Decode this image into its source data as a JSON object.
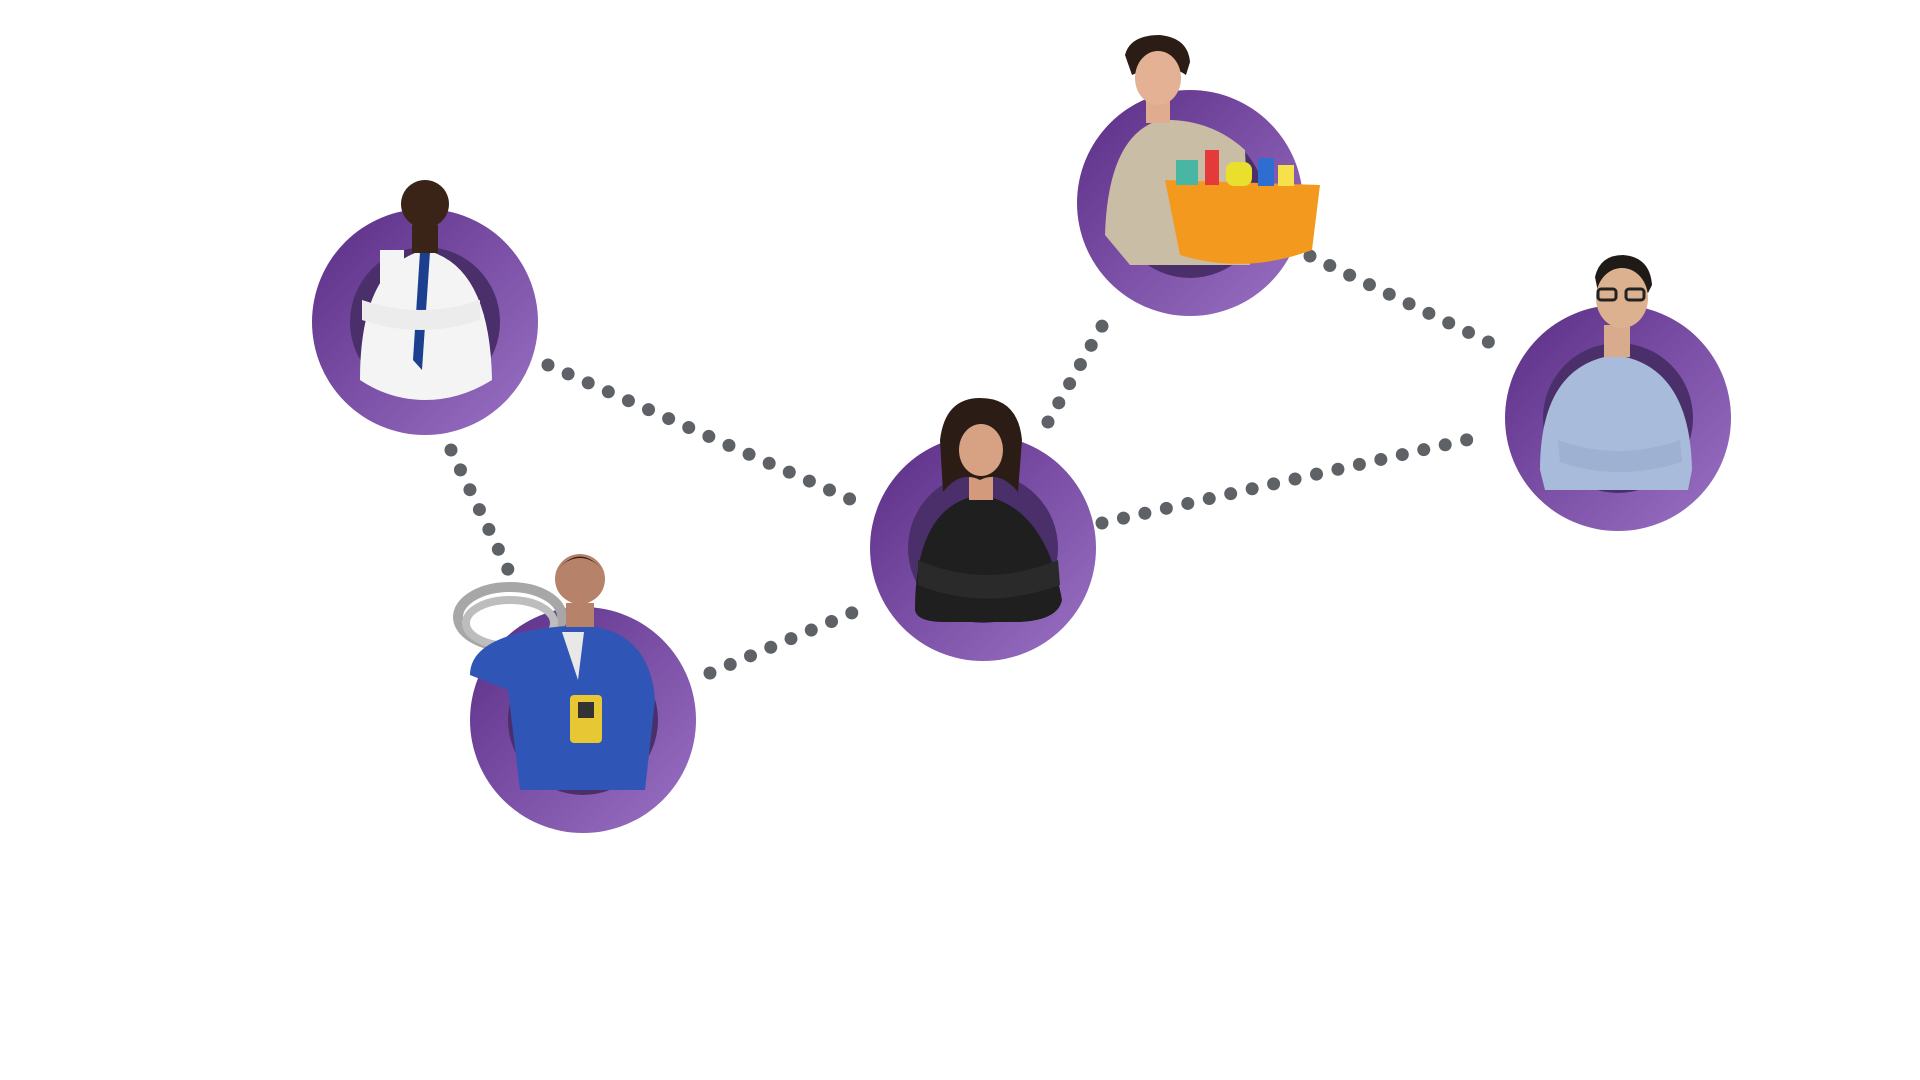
{
  "colors": {
    "ring_dark": "#5b2d86",
    "ring_light": "#9a72c5",
    "dot": "#5e6166",
    "background": "#ffffff"
  },
  "nodes": [
    {
      "id": "doctor",
      "icon": "doctor-person-icon"
    },
    {
      "id": "electrician",
      "icon": "electrician-person-icon"
    },
    {
      "id": "businesswoman",
      "icon": "businesswoman-person-icon"
    },
    {
      "id": "cleaner",
      "icon": "cleaner-person-icon"
    },
    {
      "id": "office-worker",
      "icon": "office-worker-person-icon"
    }
  ],
  "edges": [
    [
      "doctor",
      "electrician"
    ],
    [
      "doctor",
      "businesswoman"
    ],
    [
      "electrician",
      "businesswoman"
    ],
    [
      "businesswoman",
      "cleaner"
    ],
    [
      "businesswoman",
      "office-worker"
    ],
    [
      "cleaner",
      "office-worker"
    ]
  ]
}
